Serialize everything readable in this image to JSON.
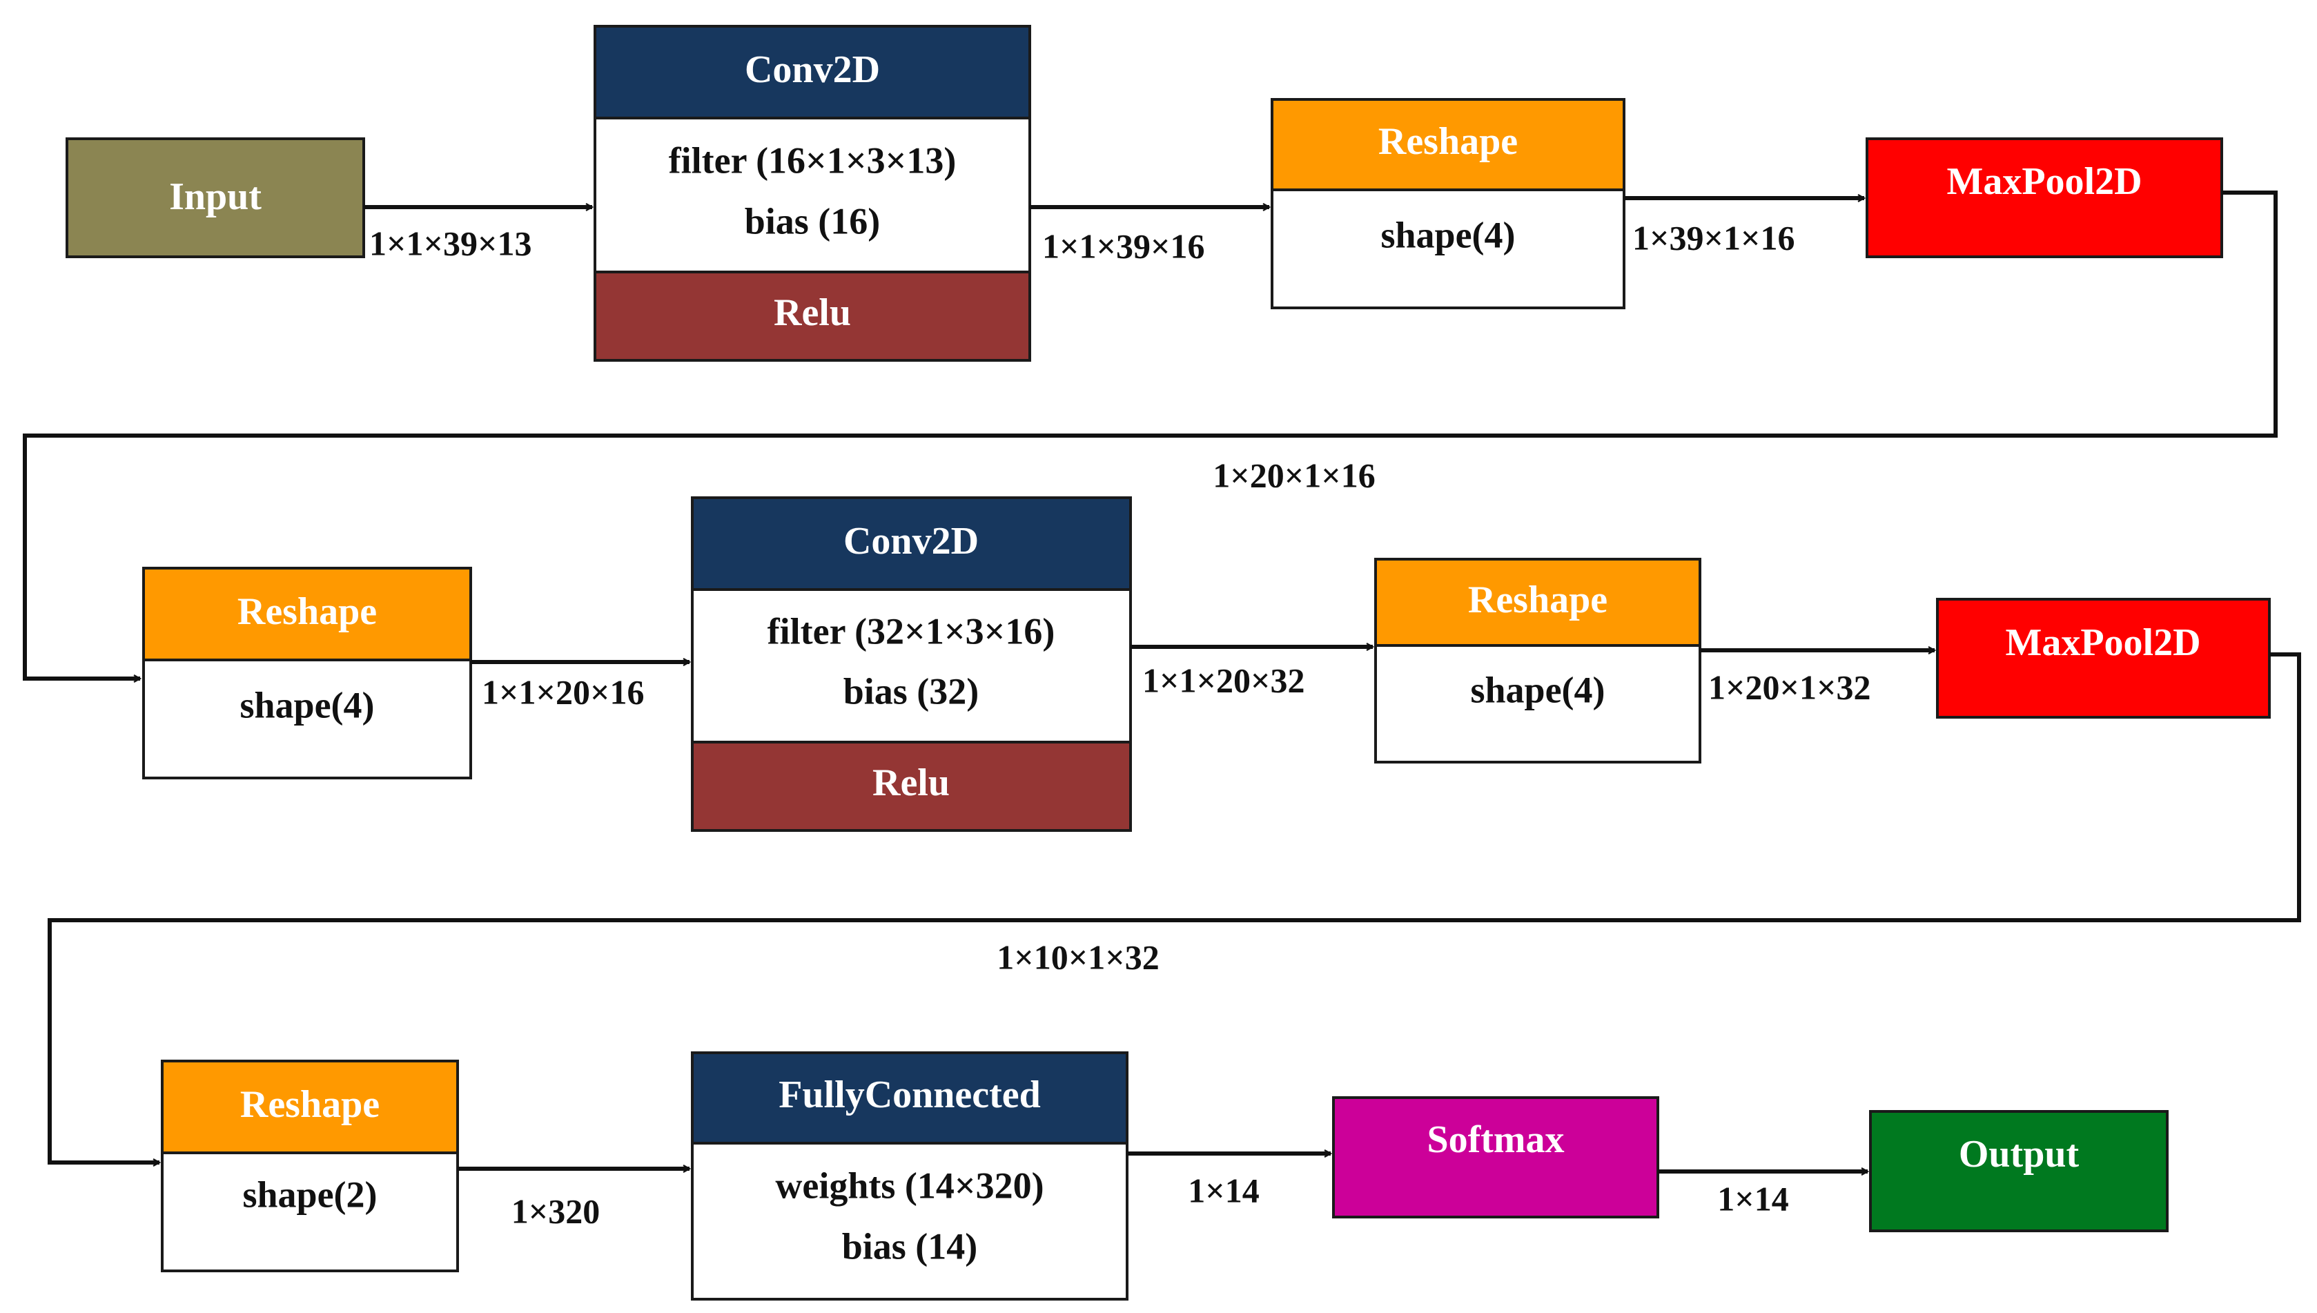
{
  "colors": {
    "input": "#8B8552",
    "conv2d": "#17375E",
    "relu": "#943634",
    "reshape": "#FF9900",
    "maxpool": "#FF0000",
    "softmax": "#CC0099",
    "output": "#00791F",
    "body": "#FFFFFF",
    "line": "#111111"
  },
  "row1": {
    "input": {
      "label": "Input"
    },
    "conv2d": {
      "title": "Conv2D",
      "line1": "filter (16×1×3×13)",
      "line2": "bias (16)",
      "activation": "Relu"
    },
    "reshape": {
      "title": "Reshape",
      "line1": "shape(4)"
    },
    "maxpool": {
      "label": "MaxPool2D"
    },
    "edges": [
      "1×1×39×13",
      "1×1×39×16",
      "1×39×1×16"
    ]
  },
  "wrap1_label": "1×20×1×16",
  "row2": {
    "reshape_a": {
      "title": "Reshape",
      "line1": "shape(4)"
    },
    "conv2d": {
      "title": "Conv2D",
      "line1": "filter (32×1×3×16)",
      "line2": "bias (32)",
      "activation": "Relu"
    },
    "reshape_b": {
      "title": "Reshape",
      "line1": "shape(4)"
    },
    "maxpool": {
      "label": "MaxPool2D"
    },
    "edges": [
      "1×1×20×16",
      "1×1×20×32",
      "1×20×1×32"
    ]
  },
  "wrap2_label": "1×10×1×32",
  "row3": {
    "reshape": {
      "title": "Reshape",
      "line1": "shape(2)"
    },
    "fc": {
      "title": "FullyConnected",
      "line1": "weights (14×320)",
      "line2": "bias (14)"
    },
    "softmax": {
      "label": "Softmax"
    },
    "output": {
      "label": "Output"
    },
    "edges": [
      "1×320",
      "1×14",
      "1×14"
    ]
  }
}
